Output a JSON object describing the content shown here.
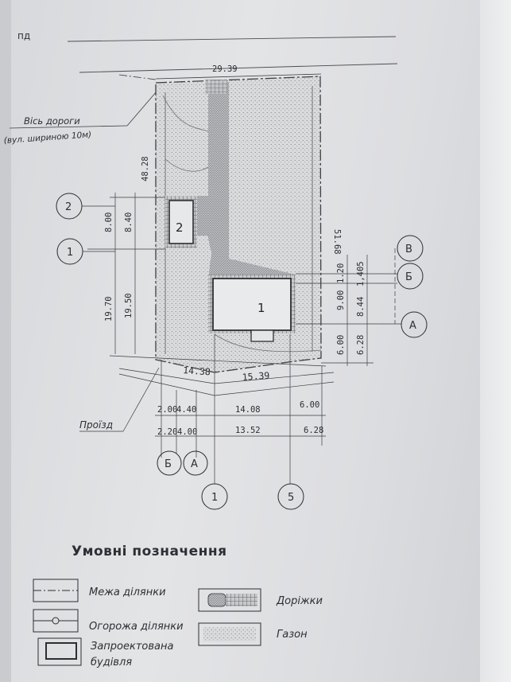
{
  "sheet_mark": "пд",
  "dimensions": {
    "top_width": "29.39",
    "left_length": "48.28",
    "right_length": "51.68",
    "bottom_left": "14.38",
    "bottom_right": "15.39",
    "left_v1": "8.00",
    "left_v2": "8.40",
    "left_v3": "19.70",
    "left_v4": "19.50",
    "right_v1": "1.20",
    "right_v2": "1,405",
    "right_v3": "9.00",
    "right_v4": "8.44",
    "right_v5": "6.00",
    "right_v6": "6.28",
    "row1": [
      "2.00",
      "4.40",
      "14.08",
      "6.00"
    ],
    "row2": [
      "2.20",
      "4.00",
      "13.52",
      "6.28"
    ]
  },
  "labels": {
    "road_axis": "Вісь дороги",
    "road_axis_sub": "(вул. шириною 10м)",
    "passage": "Проїзд"
  },
  "axes": {
    "num_2": "2",
    "num_1": "1",
    "let_V": "В",
    "let_B_right": "Б",
    "let_A_right": "А",
    "let_B_bottom": "Б",
    "let_A_bottom": "А",
    "num_1_bottom": "1",
    "num_5_bottom": "5"
  },
  "buildings": {
    "b1": "1",
    "b2": "2"
  },
  "legend": {
    "title": "Умовні позначення",
    "items": {
      "boundary": "Межа ділянки",
      "fence": "Огорожа ділянки",
      "building_line1": "Запроектована",
      "building_line2": "будівля",
      "paths": "Доріжки",
      "lawn": "Газон"
    }
  },
  "colors": {
    "ink": "#2b2e33",
    "lawn": "#dcdcdc",
    "path": "#c4c5c7"
  }
}
